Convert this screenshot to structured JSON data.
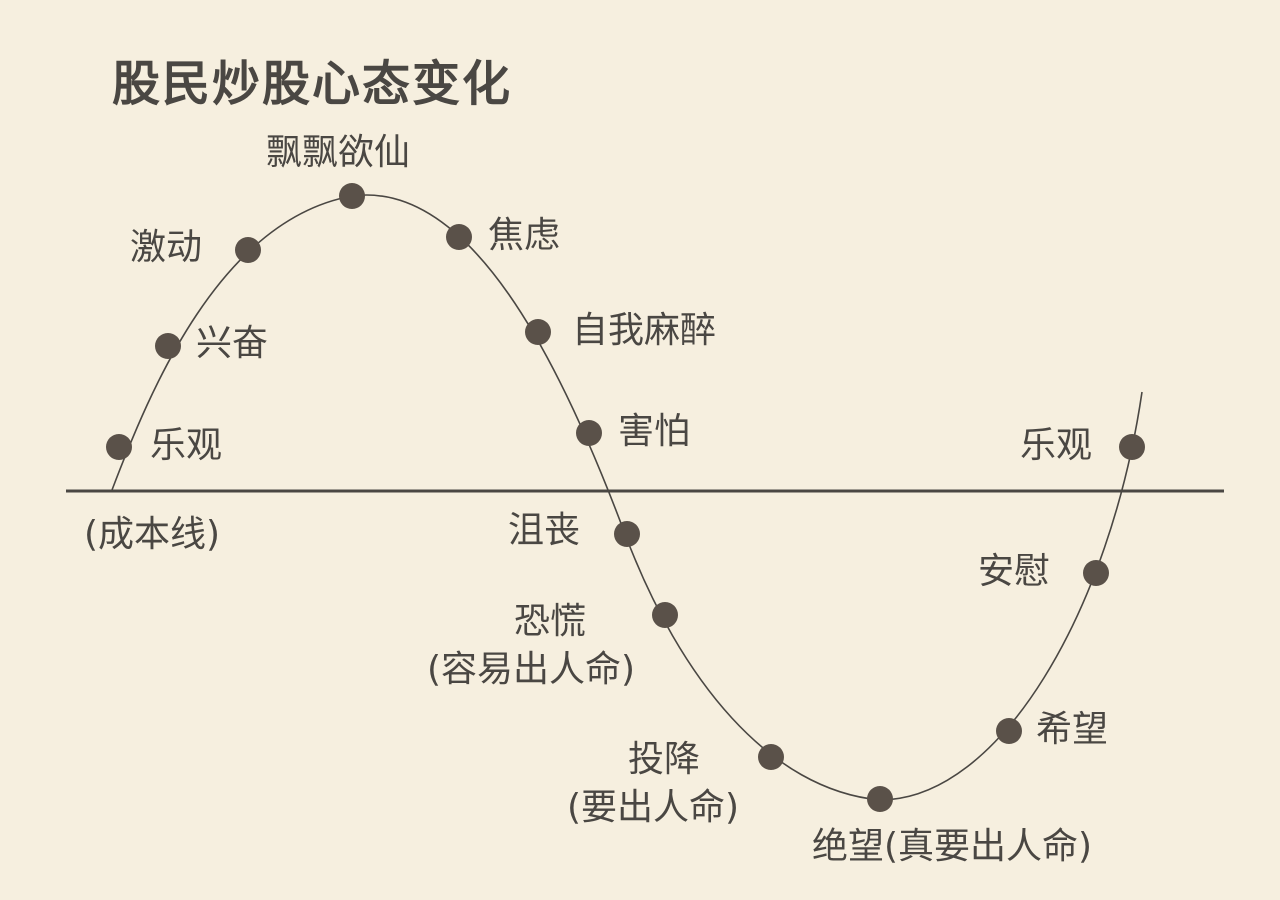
{
  "title": "股民炒股心态变化",
  "baseline_label": "(成本线)",
  "stages": {
    "optimistic_start": "乐观",
    "excited": "兴奋",
    "thrilled": "激动",
    "euphoric": "飘飘欲仙",
    "anxious": "焦虑",
    "denial": "自我麻醉",
    "fear": "害怕",
    "dejected": "沮丧",
    "panic": "恐慌",
    "panic_note": "(容易出人命)",
    "capitulation": "投降",
    "capitulation_note": "(要出人命)",
    "despair": "绝望(真要出人命)",
    "hope": "希望",
    "relief": "安慰",
    "optimistic_end": "乐观"
  },
  "colors": {
    "background": "#f6efdf",
    "line": "#4a4743",
    "dot": "#5a5149",
    "text": "#4a4743"
  }
}
